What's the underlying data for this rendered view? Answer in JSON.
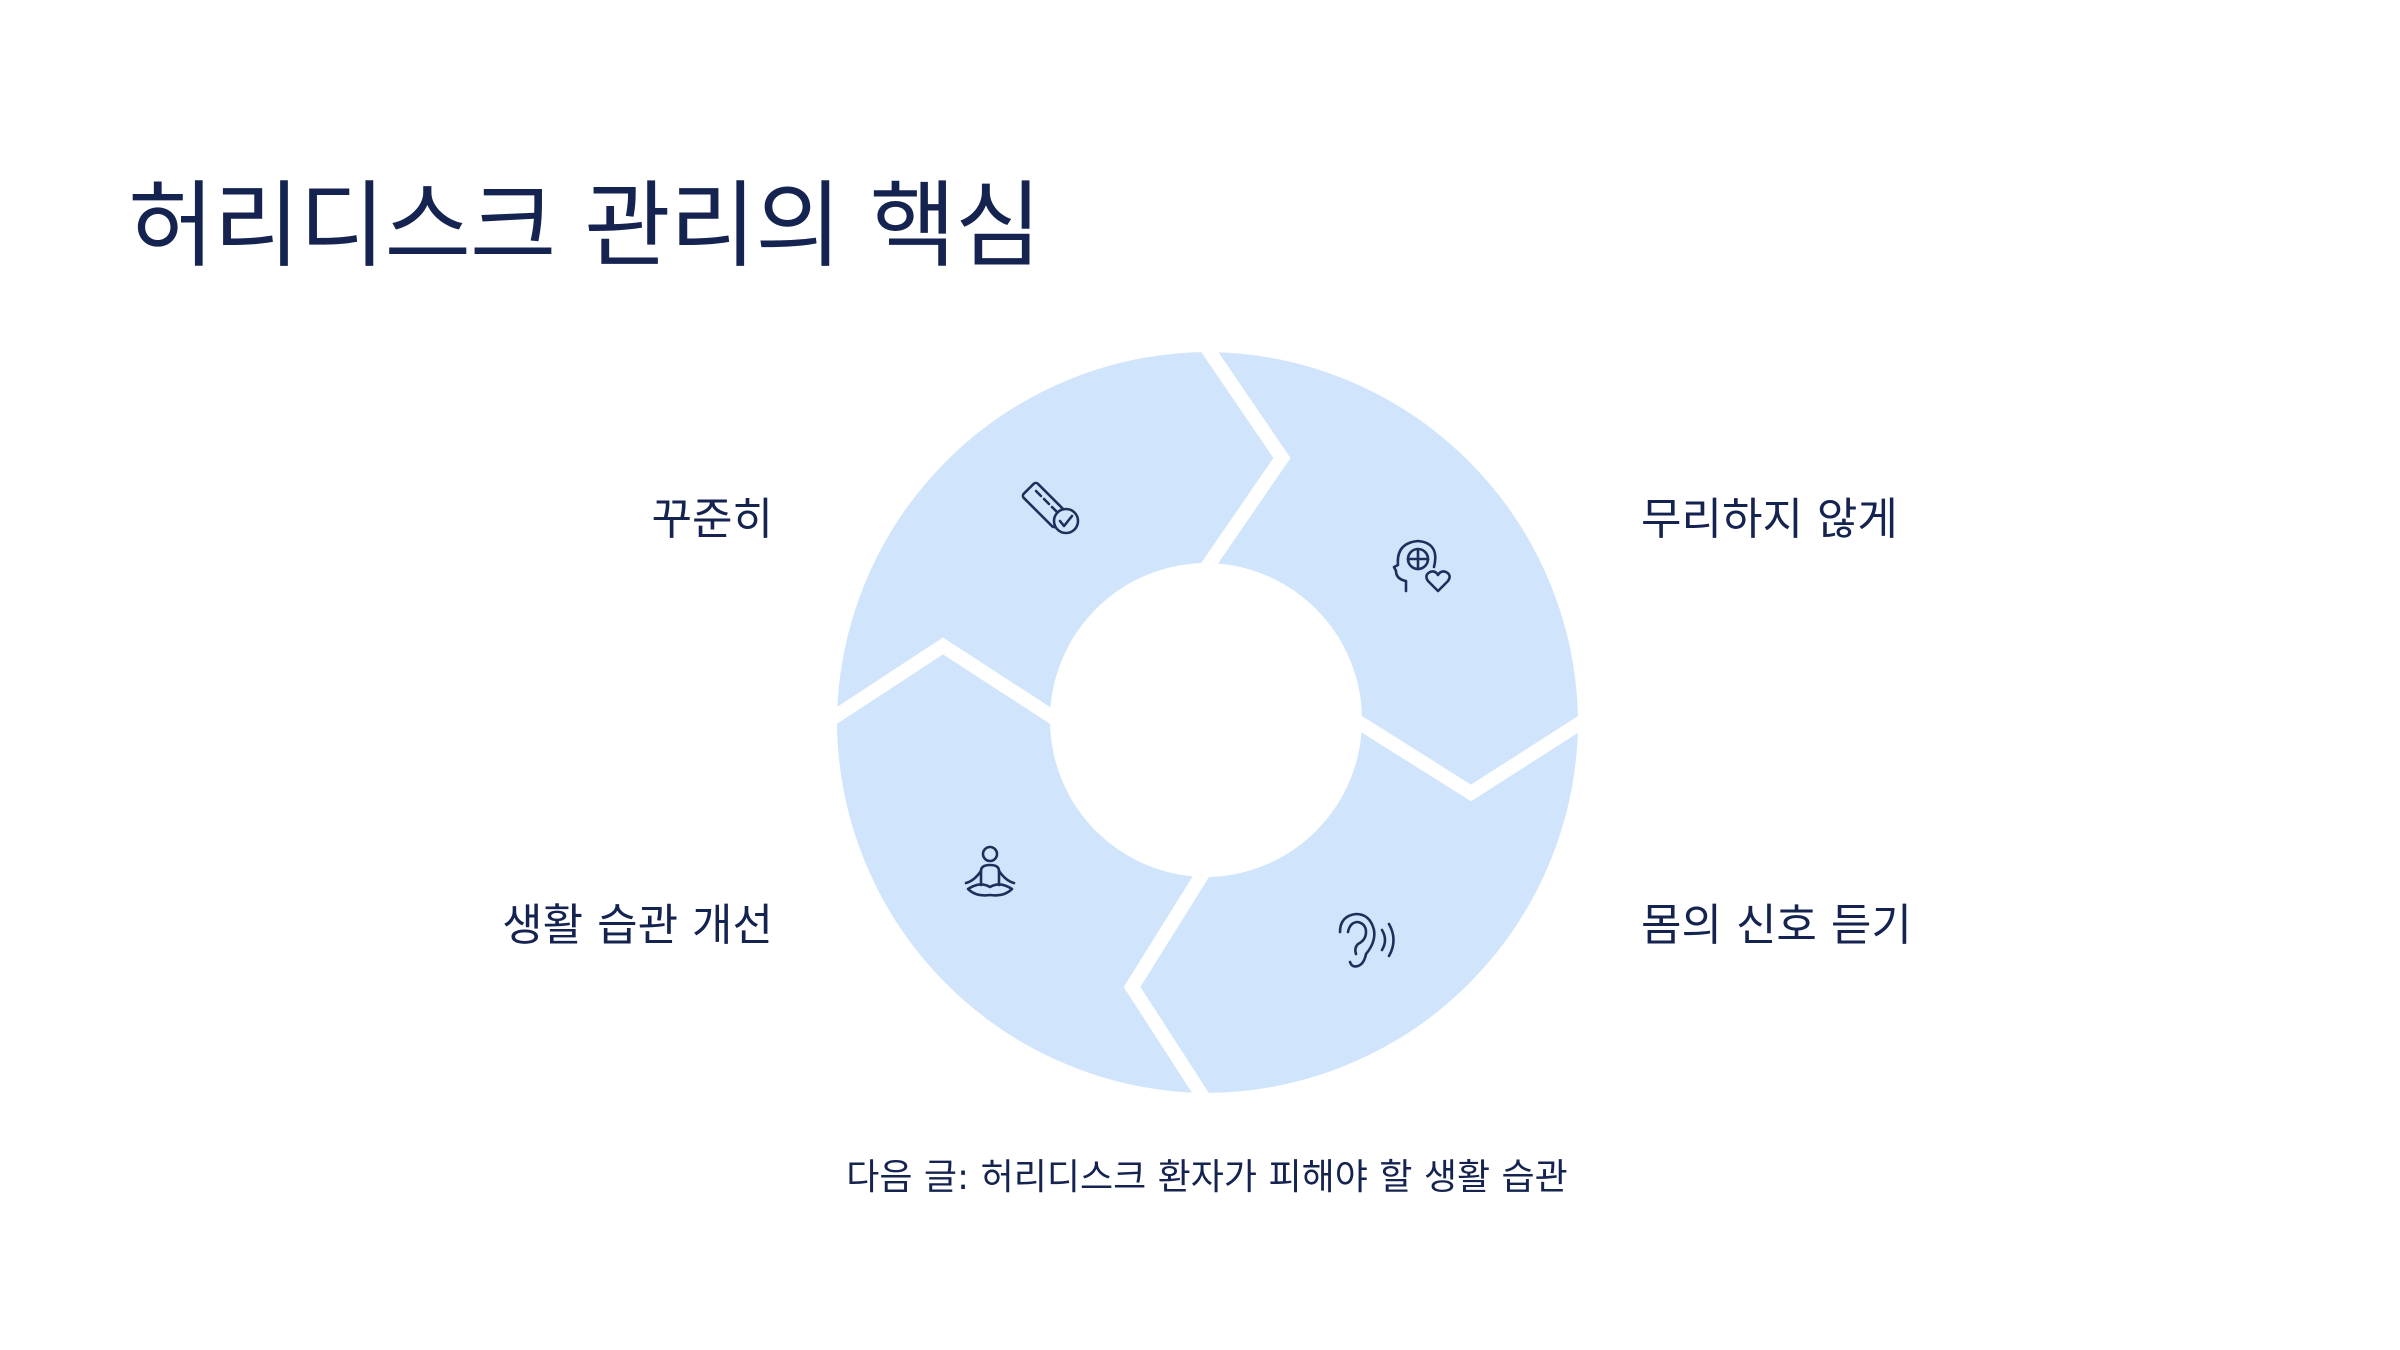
{
  "title": "허리디스크 관리의 핵심",
  "cycle": {
    "segments": [
      {
        "label": "꾸준히",
        "icon": "ruler-check-icon"
      },
      {
        "label": "무리하지 않게",
        "icon": "head-heart-icon"
      },
      {
        "label": "몸의 신호 듣기",
        "icon": "ear-sound-icon"
      },
      {
        "label": "생활 습관 개선",
        "icon": "meditation-icon"
      }
    ]
  },
  "footer": {
    "next_post": "다음 글: 허리디스크 환자가 피해야 할 생활 습관"
  },
  "colors": {
    "segment_fill": "#d0e5fb",
    "text": "#14234f",
    "icon_stroke": "#1f2f5c",
    "background": "#ffffff"
  }
}
